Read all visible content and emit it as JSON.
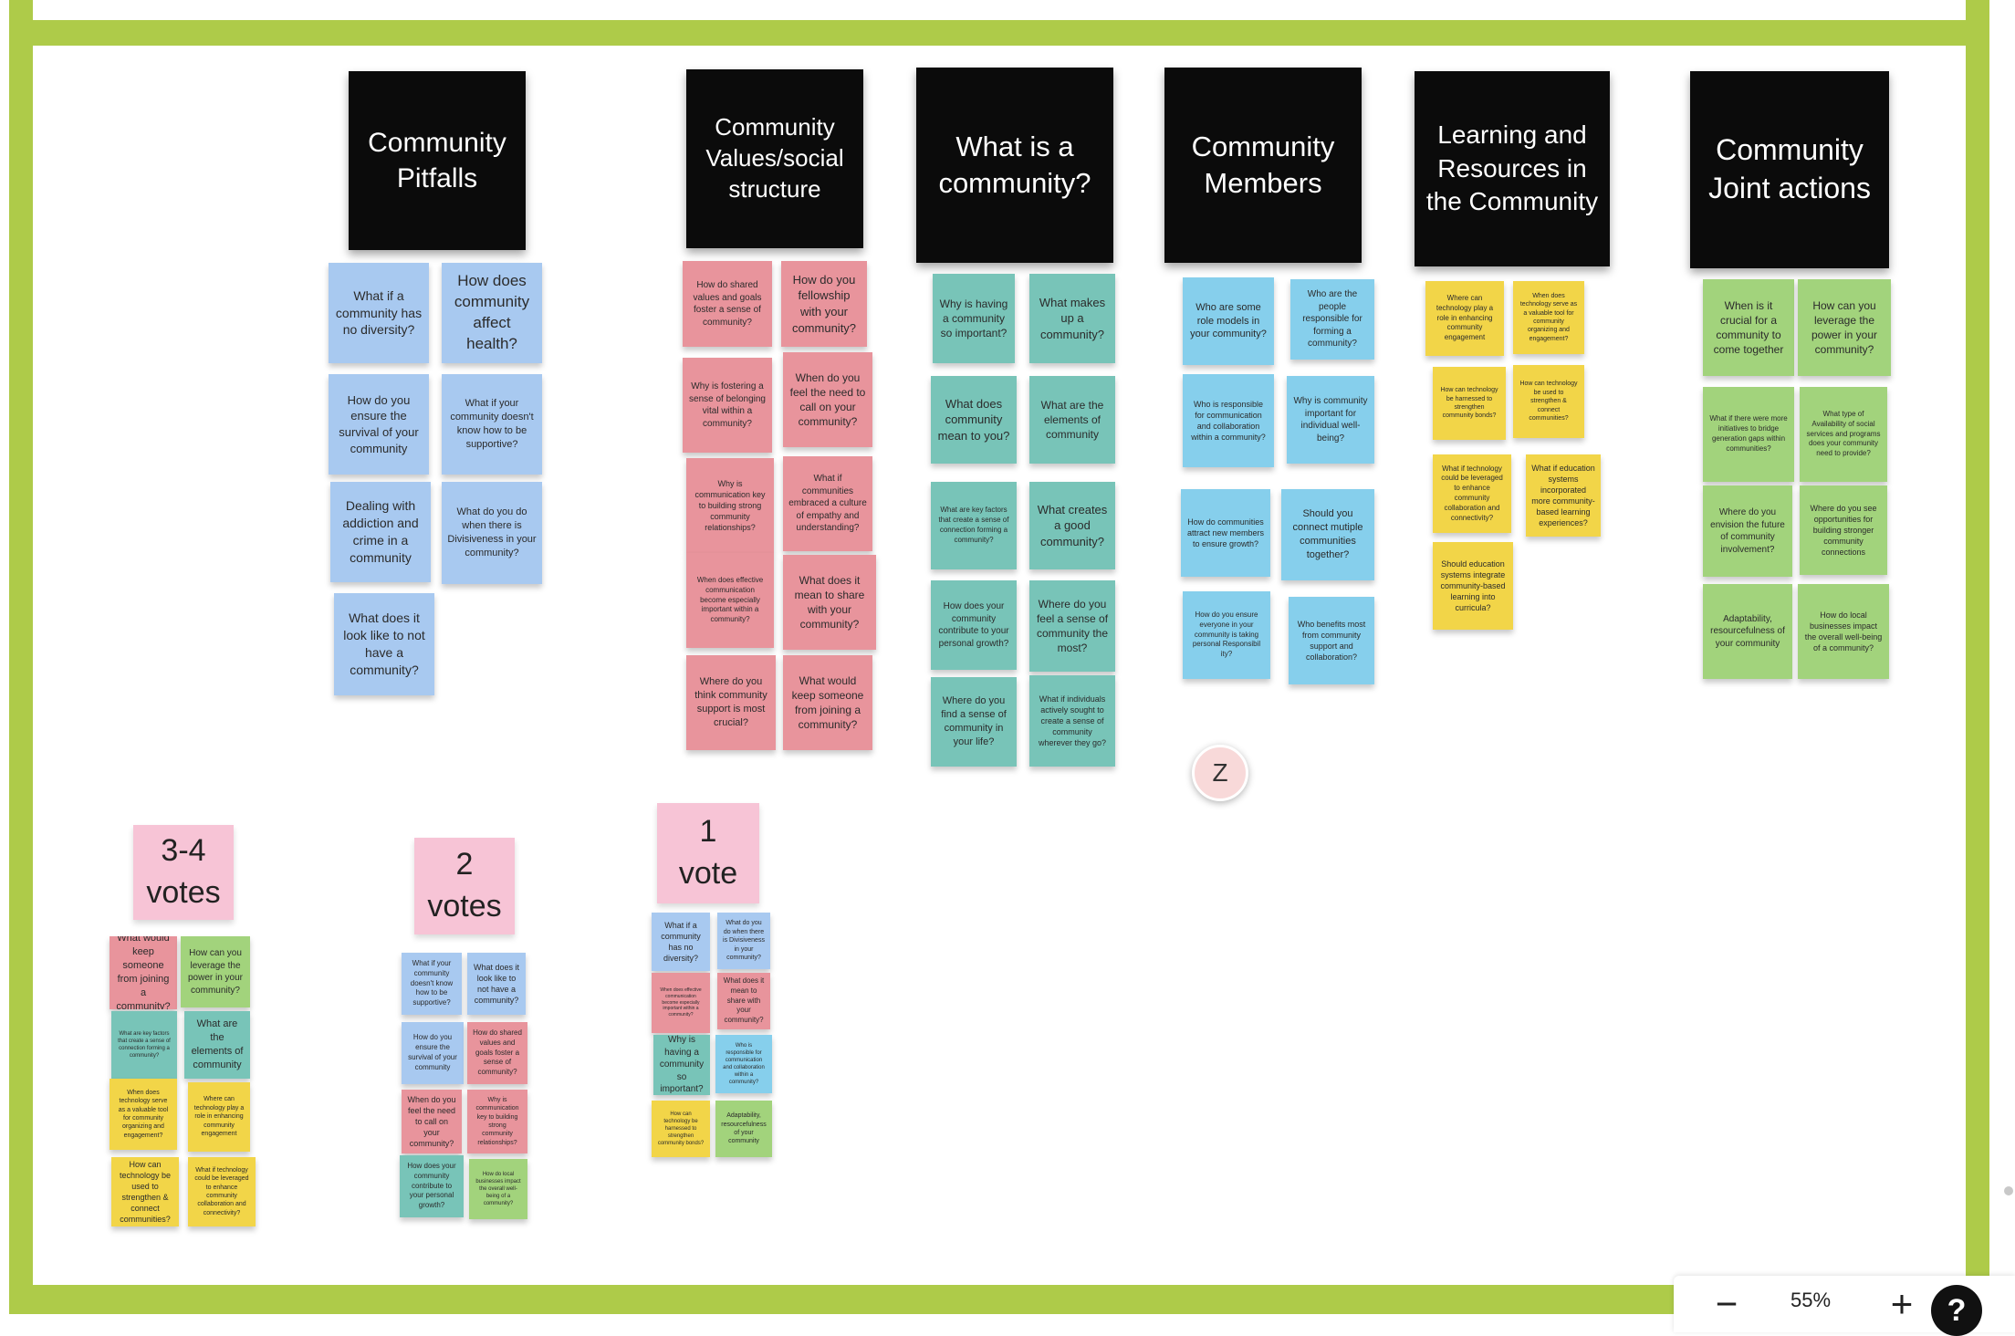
{
  "board": {
    "header_notes": [
      {
        "id": "community-pitfalls",
        "text": "Community Pitfalls"
      },
      {
        "id": "community-values",
        "text": "Community Values/social structure"
      },
      {
        "id": "what-is-community",
        "text": "What is a community?"
      },
      {
        "id": "community-members",
        "text": "Community Members"
      },
      {
        "id": "learning-resources",
        "text": "Learning and Resources in the Community"
      },
      {
        "id": "joint-actions",
        "text": "Community Joint actions"
      }
    ],
    "sticky_notes": [
      {
        "color": "blue",
        "text": "What if a community has no diversity?"
      },
      {
        "color": "blue",
        "text": "How does community affect health?"
      },
      {
        "color": "blue",
        "text": "How do you ensure the survival of your community"
      },
      {
        "color": "blue",
        "text": "What if your community doesn't know how to be supportive?"
      },
      {
        "color": "blue",
        "text": "Dealing with addiction and crime in a community"
      },
      {
        "color": "blue",
        "text": "What do you do when there is Divisiveness in your community?"
      },
      {
        "color": "blue",
        "text": "What does it look like to not have a community?"
      },
      {
        "color": "pink",
        "text": "How do shared values and goals foster a sense of community?"
      },
      {
        "color": "pink",
        "text": "How do you fellowship with your community?"
      },
      {
        "color": "pink",
        "text": "Why is fostering a sense of belonging vital within a community?"
      },
      {
        "color": "pink",
        "text": "When do you feel the need to call on your community?"
      },
      {
        "color": "pink",
        "text": "Why is communication key to building strong community relationships?"
      },
      {
        "color": "pink",
        "text": "What if communities embraced a culture of empathy and understanding?"
      },
      {
        "color": "pink",
        "text": "When does effective communication become especially important within a community?"
      },
      {
        "color": "pink",
        "text": "What does it mean to share with your community?"
      },
      {
        "color": "pink",
        "text": "Where do you think community support is most crucial?"
      },
      {
        "color": "pink",
        "text": "What would keep someone from joining a community?"
      },
      {
        "color": "teal",
        "text": "Why is having a community so important?"
      },
      {
        "color": "teal",
        "text": "What makes up a community?"
      },
      {
        "color": "teal",
        "text": "What does community mean to you?"
      },
      {
        "color": "teal",
        "text": "What are the elements of community"
      },
      {
        "color": "teal",
        "text": "What are key factors that create a sense of connection forming a community?"
      },
      {
        "color": "teal",
        "text": "What creates a good community?"
      },
      {
        "color": "teal",
        "text": "How does your community contribute to your personal growth?"
      },
      {
        "color": "teal",
        "text": "Where do you feel a sense of community the most?"
      },
      {
        "color": "teal",
        "text": "Where do you find a sense of community in your life?"
      },
      {
        "color": "teal",
        "text": "What if individuals actively sought to create a sense of community wherever they go?"
      },
      {
        "color": "sky",
        "text": "Who are some role models in your community?"
      },
      {
        "color": "sky",
        "text": "Who are the people responsible for forming a community?"
      },
      {
        "color": "sky",
        "text": "Who is responsible for communication and collaboration within a community?"
      },
      {
        "color": "sky",
        "text": "Why is community important for individual well-being?"
      },
      {
        "color": "sky",
        "text": "How do communities attract new members to ensure growth?"
      },
      {
        "color": "sky",
        "text": "Should you connect mutiple communities together?"
      },
      {
        "color": "sky",
        "text": "How do you ensure everyone in your community is taking personal Responsibil ity?"
      },
      {
        "color": "sky",
        "text": "Who benefits most from community support and collaboration?"
      },
      {
        "color": "yellow",
        "text": "Where can technology play a role in enhancing community engagement"
      },
      {
        "color": "yellow",
        "text": "When does technology serve as a valuable tool for community organizing and engagement?"
      },
      {
        "color": "yellow",
        "text": "How can technology be harnessed to strengthen community bonds?"
      },
      {
        "color": "yellow",
        "text": "How can technology be used to strengthen & connect communities?"
      },
      {
        "color": "yellow",
        "text": "What if technology could be leveraged to enhance community collaboration and connectivity?"
      },
      {
        "color": "yellow",
        "text": "What if education systems incorporated more community-based learning experiences?"
      },
      {
        "color": "yellow",
        "text": "Should education systems integrate community-based learning into curricula?"
      },
      {
        "color": "green",
        "text": "When is it crucial for a community to come together"
      },
      {
        "color": "green",
        "text": "How can you leverage the power in your community?"
      },
      {
        "color": "green",
        "text": "What if there were more initiatives to bridge generation gaps within communities?"
      },
      {
        "color": "green",
        "text": "What type of Availability of social services and programs does your community need to provide?"
      },
      {
        "color": "green",
        "text": "Where do you envision the future of community involvement?"
      },
      {
        "color": "green",
        "text": "Where do you see opportunities for building stronger community connections"
      },
      {
        "color": "green",
        "text": "Adaptability, resourcefulness of your community"
      },
      {
        "color": "green",
        "text": "How do local businesses impact the overall well-being of a community?"
      }
    ],
    "vote_headers": [
      {
        "id": "votes-3-4",
        "text": "3-4\nvotes"
      },
      {
        "id": "votes-2",
        "text": "2\nvotes"
      },
      {
        "id": "votes-1",
        "text": "1\nvote"
      }
    ],
    "vote_notes": [
      {
        "color": "pink",
        "text": "What would keep someone from joining a community?"
      },
      {
        "color": "green",
        "text": "How can you leverage the power in your community?"
      },
      {
        "color": "teal",
        "text": "What are key factors that create a sense of connection forming a community?"
      },
      {
        "color": "teal",
        "text": "What are the elements of community"
      },
      {
        "color": "yellow",
        "text": "When does technology serve as a valuable tool for community organizing and engagement?"
      },
      {
        "color": "yellow",
        "text": "Where can technology play a role in enhancing community engagement"
      },
      {
        "color": "yellow",
        "text": "How can technology be used to strengthen & connect communities?"
      },
      {
        "color": "yellow",
        "text": "What if technology could be leveraged to enhance community collaboration and connectivity?"
      },
      {
        "color": "blue",
        "text": "What if your community doesn't know how to be supportive?"
      },
      {
        "color": "blue",
        "text": "What does it look like to not have a community?"
      },
      {
        "color": "blue",
        "text": "How do you ensure the survival of your community"
      },
      {
        "color": "pink",
        "text": "How do shared values and goals foster a sense of community?"
      },
      {
        "color": "pink",
        "text": "When do you feel the need to call on your community?"
      },
      {
        "color": "pink",
        "text": "Why is communication key to building strong community relationships?"
      },
      {
        "color": "teal",
        "text": "How does your community contribute to your personal growth?"
      },
      {
        "color": "green",
        "text": "How do local businesses impact the overall well-being of a community?"
      },
      {
        "color": "blue",
        "text": "What if a community has no diversity?"
      },
      {
        "color": "blue",
        "text": "What do you do when there is Divisiveness in your community?"
      },
      {
        "color": "pink",
        "text": "When does effective communication become especially important within a community?"
      },
      {
        "color": "pink",
        "text": "What does it mean to share with your community?"
      },
      {
        "color": "teal",
        "text": "Why is having a community so important?"
      },
      {
        "color": "sky",
        "text": "Who is responsible for communication and collaboration within a community?"
      },
      {
        "color": "yellow",
        "text": "How can technology be harnessed to strengthen community bonds?"
      },
      {
        "color": "green",
        "text": "Adaptability, resourcefulness of your community"
      }
    ],
    "avatar": {
      "initial": "Z"
    }
  },
  "zoom": {
    "minus": "−",
    "level": "55%",
    "plus": "+",
    "help": "?"
  },
  "icons": {
    "zoom_out": "minus-icon",
    "zoom_in": "plus-icon",
    "help": "question-mark-icon"
  },
  "colors": {
    "frame": "#aecb49",
    "header": "#0b0b0b",
    "blue": "#a8c9f0",
    "pink": "#e8949c",
    "teal": "#78c4b8",
    "sky": "#86cfec",
    "yellow": "#f2d548",
    "green": "#a2d37c",
    "vote_header": "#f7c4d6"
  }
}
